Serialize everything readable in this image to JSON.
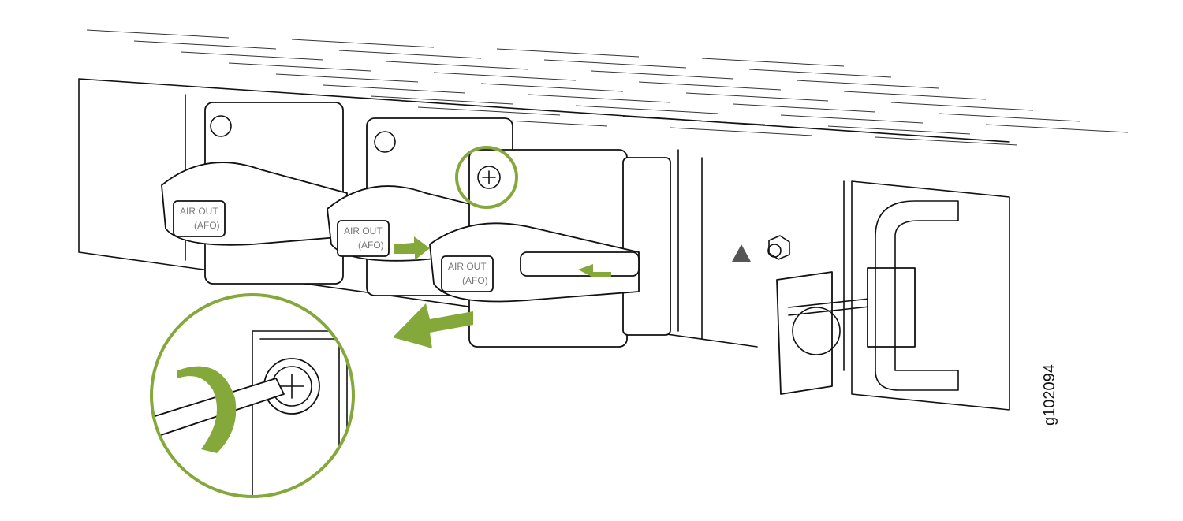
{
  "diagram": {
    "psu_labels": [
      {
        "line1": "AIR OUT",
        "line2": "(AFO)"
      },
      {
        "line1": "AIR OUT",
        "line2": "(AFO)"
      },
      {
        "line1": "AIR OUT",
        "line2": "(AFO)"
      }
    ],
    "figure_id": "g102094",
    "accent_color": "#85a83b",
    "icons": [
      "fan-icon",
      "esd-warning-icon",
      "screwdriver-icon",
      "rotation-arrow-icon",
      "push-arrow-icon",
      "pull-arrow-icon"
    ]
  }
}
